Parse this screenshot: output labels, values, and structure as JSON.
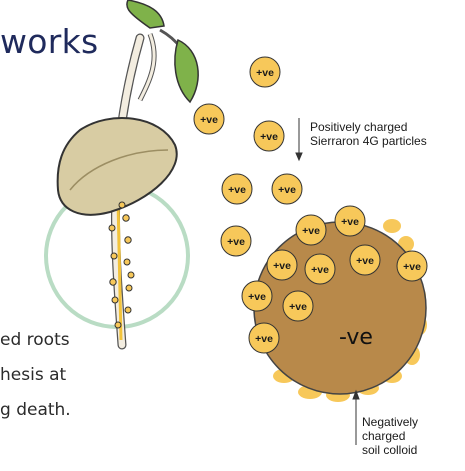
{
  "title": "works",
  "body_lines": [
    "ed roots",
    "hesis at",
    "g death."
  ],
  "annotations": {
    "particles_line1": "Positively charged",
    "particles_line2": "Sierraron 4G particles",
    "colloid_line1": "Negatively",
    "colloid_line2": "charged",
    "colloid_line3": "soil colloid"
  },
  "colloid_label": "-ve",
  "particle_label": "+ve",
  "colors": {
    "title": "#1f2a5c",
    "particle": "#f7c85a",
    "colloid": "#b8894a",
    "circle": "#b9dcc4",
    "leaf": "#7fb24a"
  }
}
